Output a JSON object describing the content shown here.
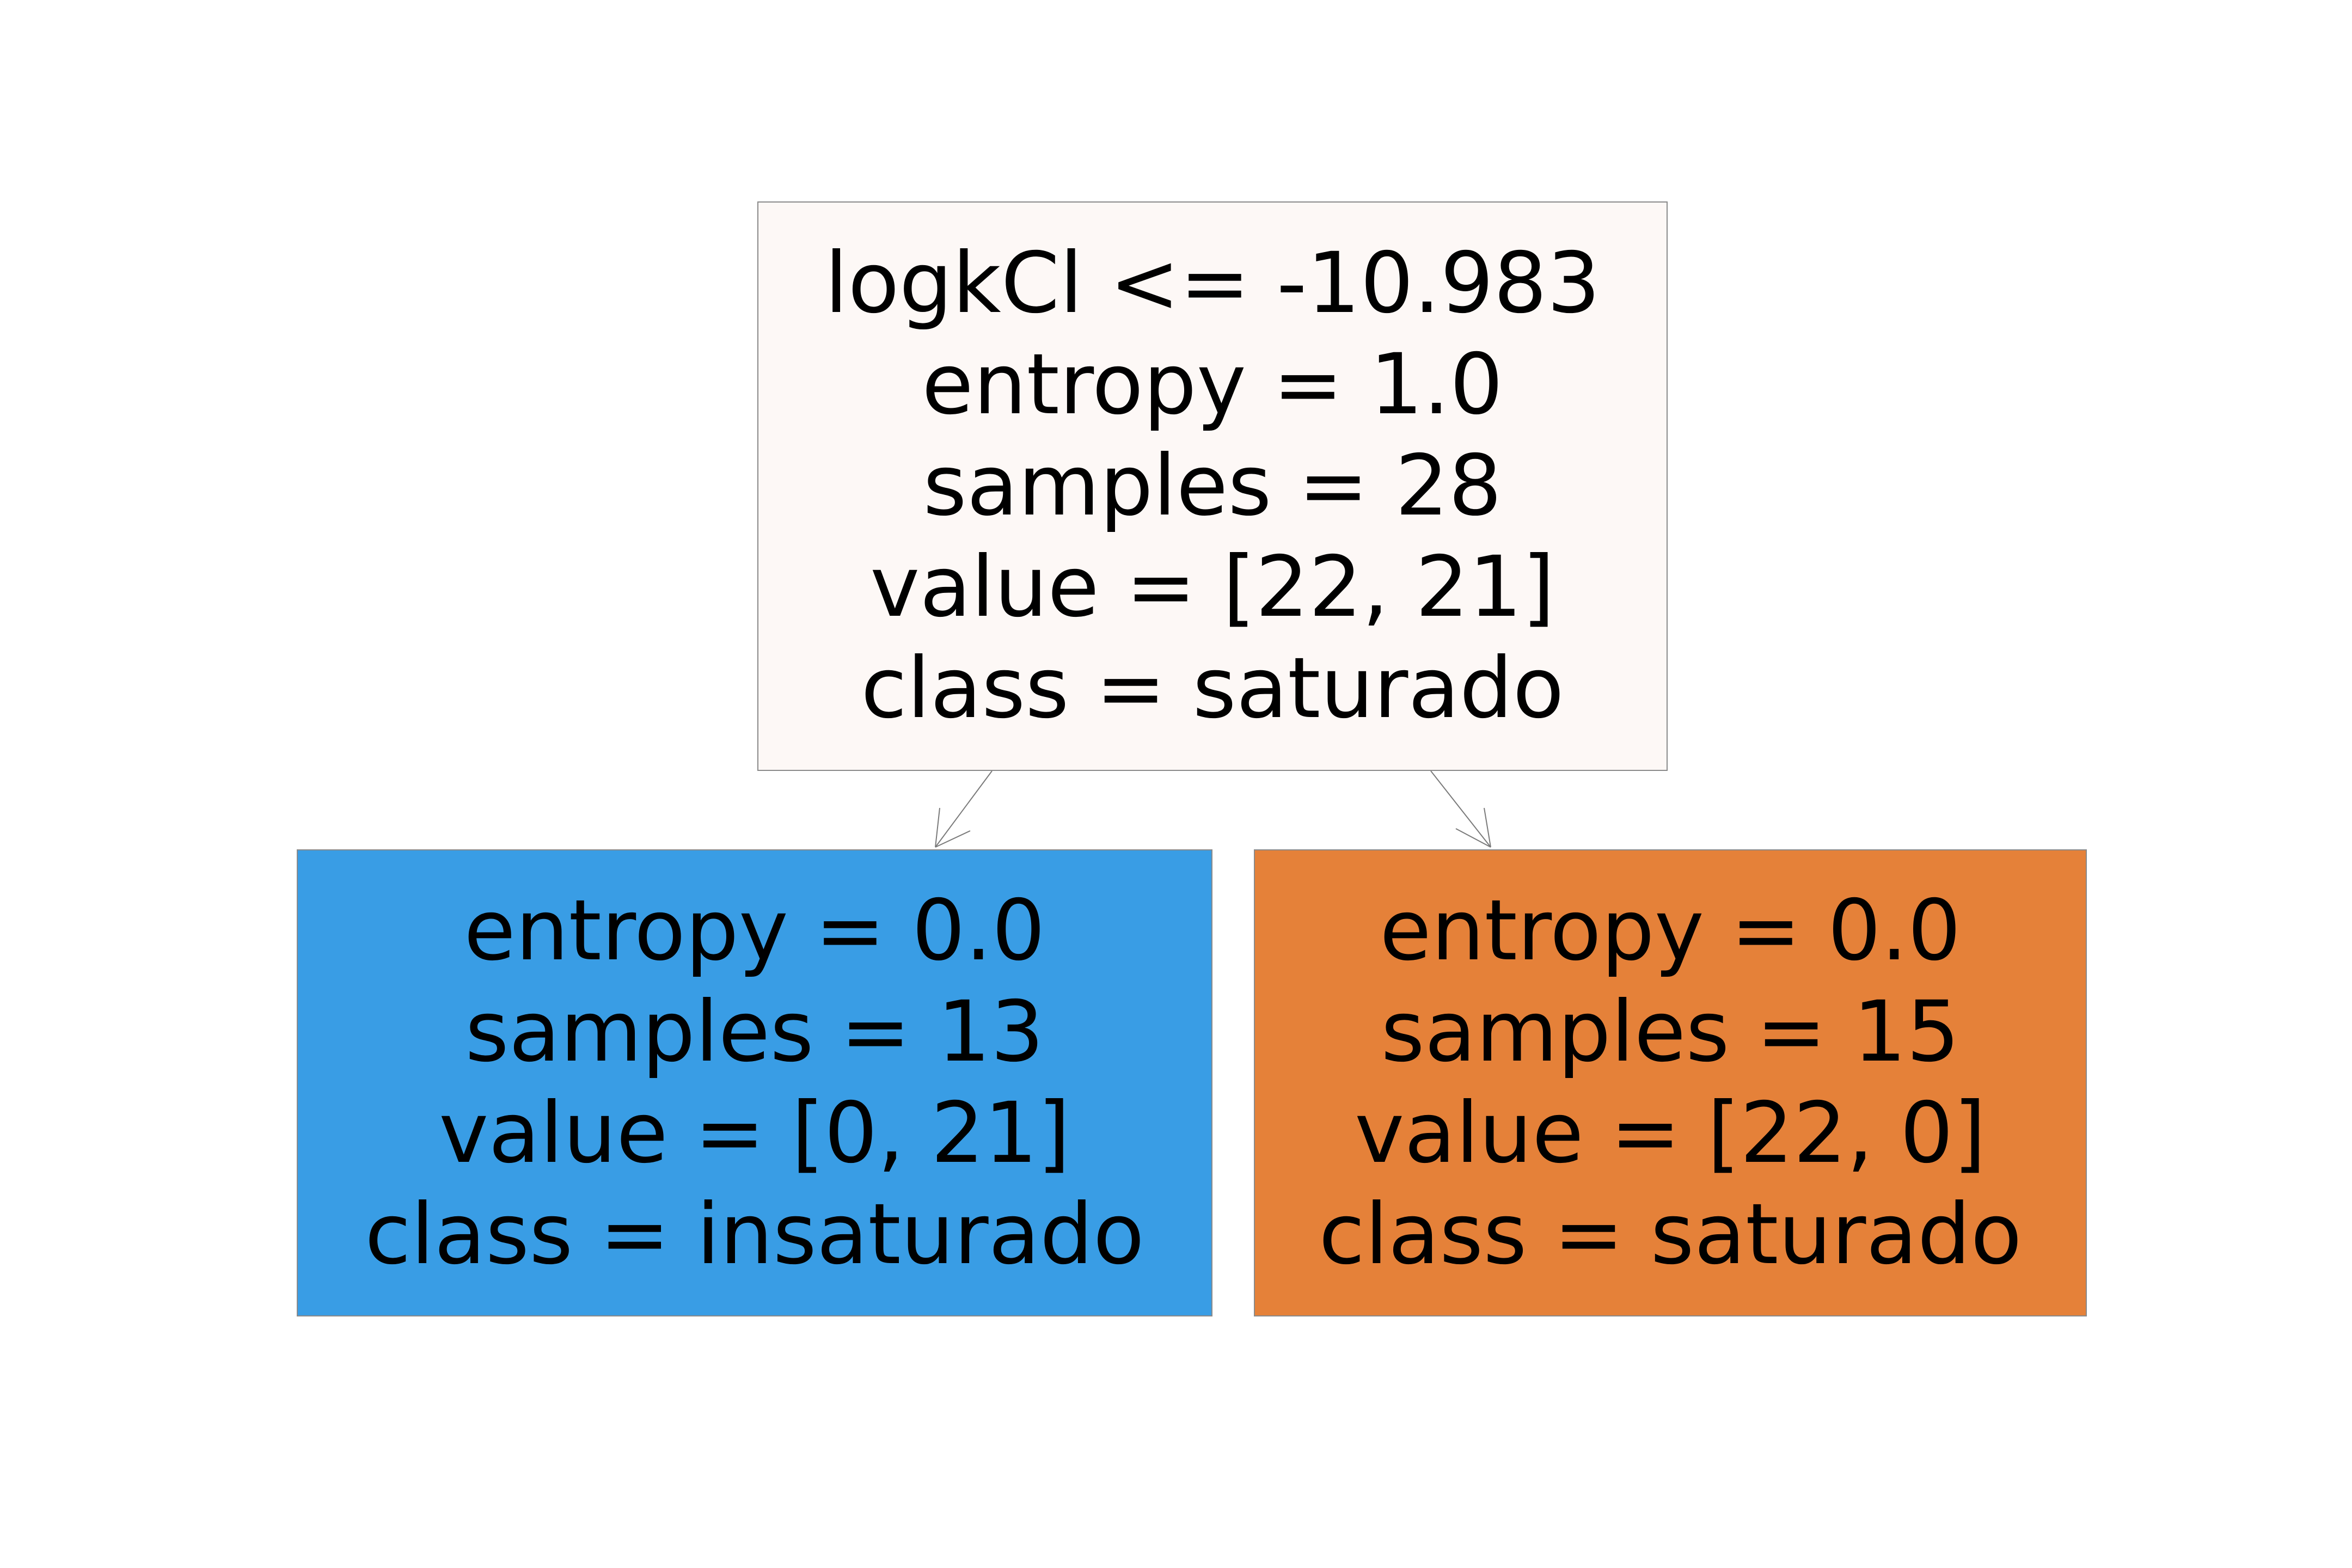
{
  "tree": {
    "root": {
      "lines": [
        "logkCl <= -10.983",
        "entropy = 1.0",
        "samples = 28",
        "value = [22, 21]",
        "class = saturado"
      ],
      "fill": "#fdf8f6"
    },
    "left": {
      "lines": [
        "entropy = 0.0",
        "samples = 13",
        "value = [0, 21]",
        "class = insaturado"
      ],
      "fill": "#399de5"
    },
    "right": {
      "lines": [
        "entropy = 0.0",
        "samples = 15",
        "value = [22, 0]",
        "class = saturado"
      ],
      "fill": "#e58139"
    }
  },
  "colors": {
    "edge": "#7a7a7a",
    "border": "#8a8a8a",
    "text": "#000000"
  }
}
